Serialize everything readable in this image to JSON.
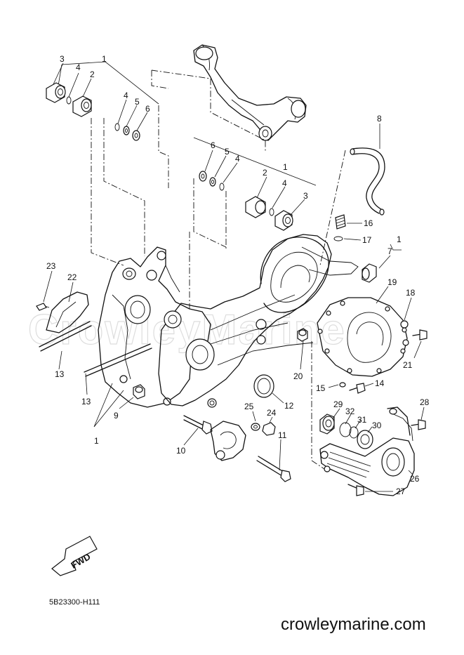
{
  "diagram": {
    "code": "5B23300-H111",
    "credit": "crowleymarine.com",
    "watermark": "CrowleyMarine",
    "fwd_label": "FWD",
    "callouts": {
      "p1_top": "1",
      "p3_top": "3",
      "p2_top": "2",
      "p4_top": "4",
      "p4_mid": "4",
      "p5_left": "5",
      "p6_left": "6",
      "p6_right": "6",
      "p5_right": "5",
      "p4_right_a": "4",
      "p1_right": "1",
      "p2_right": "2",
      "p4_right_b": "4",
      "p3_right": "3",
      "p8": "8",
      "p16": "16",
      "p17": "17",
      "p1_small": "1",
      "p7": "7",
      "p19": "19",
      "p18": "18",
      "p23": "23",
      "p22": "22",
      "p13_a": "13",
      "p13_b": "13",
      "p9": "9",
      "p1_bottom": "1",
      "p10": "10",
      "p20": "20",
      "p12": "12",
      "p25": "25",
      "p24": "24",
      "p11": "11",
      "p15": "15",
      "p14": "14",
      "p21": "21",
      "p29": "29",
      "p32": "32",
      "p31": "31",
      "p30": "30",
      "p28": "28",
      "p26": "26",
      "p27": "27"
    }
  }
}
